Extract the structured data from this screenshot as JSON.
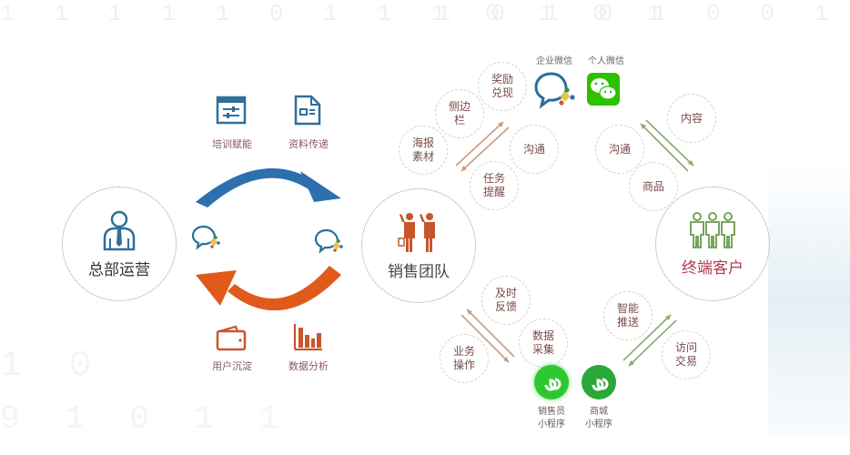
{
  "headquarters": {
    "label": "总部运营",
    "color": "#2f6f9a"
  },
  "sales_team": {
    "label": "销售团队",
    "color": "#c8552a"
  },
  "end_customer": {
    "label": "终端客户",
    "color": "#b03a48",
    "icon_color": "#6a9a4a"
  },
  "top_flow": {
    "color": "#2e6fae",
    "items": [
      {
        "label": "培训赋能",
        "icon": "settings-panel-icon"
      },
      {
        "label": "资料传递",
        "icon": "document-icon"
      }
    ]
  },
  "bottom_flow": {
    "color": "#e05a1c",
    "items": [
      {
        "label": "用户沉淀",
        "icon": "wallet-icon"
      },
      {
        "label": "数据分析",
        "icon": "bar-chart-icon"
      }
    ]
  },
  "apps": {
    "wecom": {
      "label": "企业微信"
    },
    "wechat": {
      "label": "个人微信"
    },
    "sales_miniprogram": {
      "line1": "销售员",
      "line2": "小程序"
    },
    "mall_miniprogram": {
      "line1": "商城",
      "line2": "小程序"
    }
  },
  "sales_tools": [
    {
      "label": "海报素材"
    },
    {
      "label": "侧边栏"
    },
    {
      "label": "奖励兑现"
    },
    {
      "label": "沟通"
    },
    {
      "label": "任务提醒"
    }
  ],
  "customer_top": [
    {
      "label": "沟通"
    },
    {
      "label": "内容"
    },
    {
      "label": "商品"
    }
  ],
  "sales_bottom": [
    {
      "label": "及时反馈"
    },
    {
      "label": "数据采集"
    },
    {
      "label": "业务操作"
    }
  ],
  "customer_bottom": [
    {
      "label": "智能推送"
    },
    {
      "label": "访问交易"
    }
  ],
  "colors": {
    "blue_arrow": "#2e6fae",
    "orange_arrow": "#e05a1c",
    "sales_arrow": "#c89a7a",
    "customer_arrow": "#8aa870",
    "wechat_green": "#2dc100",
    "mini_green": "#2fbf2f"
  }
}
